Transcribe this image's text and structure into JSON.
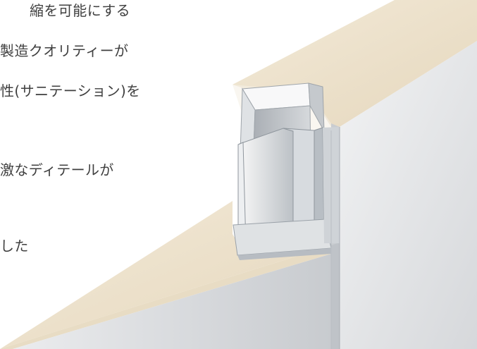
{
  "text": {
    "line_1": "縮を可能にする",
    "line_2": "製造クオリティーが",
    "line_3": "性(サニテーション)を",
    "line_4": "激なディテールが",
    "line_5": "した"
  },
  "colors": {
    "text": "#3f3f3f",
    "insulation_core": "#eadfc9",
    "steel_panel": "#dfe0e2",
    "steel_profile": "#cfd2d6"
  },
  "icons": [
    "panel-joint-illustration"
  ]
}
